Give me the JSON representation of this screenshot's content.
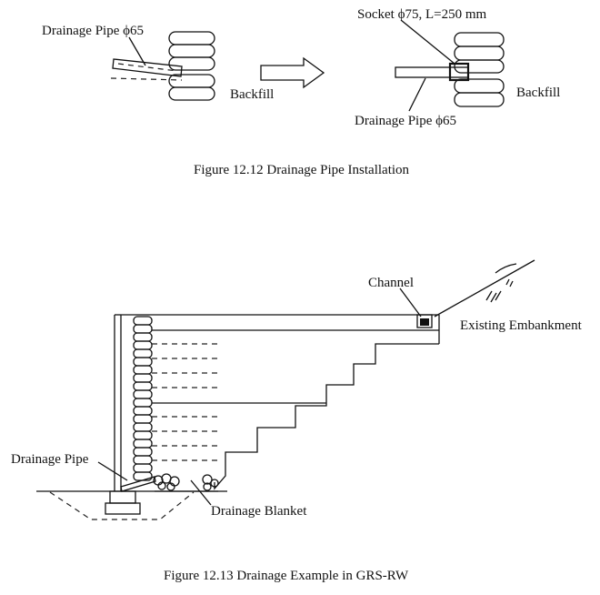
{
  "figure1": {
    "caption": "Figure 12.12 Drainage Pipe Installation",
    "labels": {
      "pipe_left": "Drainage Pipe ϕ65",
      "backfill_left": "Backfill",
      "socket": "Socket ϕ75, L=250 mm",
      "pipe_right": "Drainage Pipe ϕ65",
      "backfill_right": "Backfill"
    }
  },
  "figure2": {
    "caption": "Figure 12.13 Drainage Example in GRS-RW",
    "labels": {
      "channel": "Channel",
      "embankment": "Existing Embankment",
      "drainage_pipe": "Drainage Pipe",
      "drainage_blanket": "Drainage Blanket"
    }
  }
}
